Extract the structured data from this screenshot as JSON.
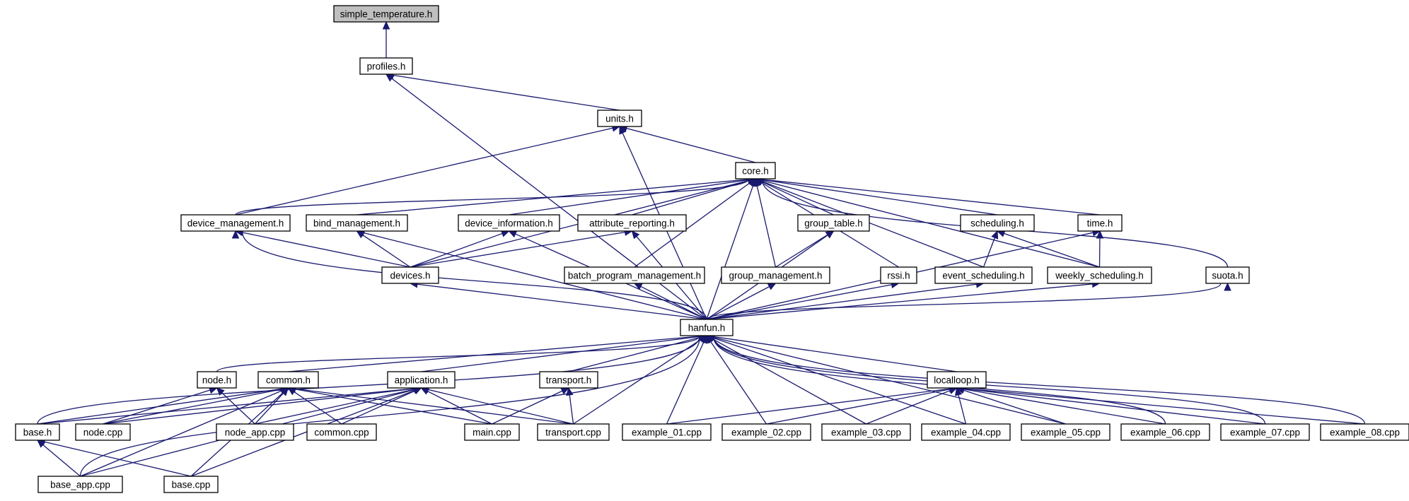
{
  "graph": {
    "nodes": [
      {
        "id": "simple_temperature",
        "label": "simple_temperature.h",
        "root": true
      },
      {
        "id": "profiles",
        "label": "profiles.h"
      },
      {
        "id": "units",
        "label": "units.h"
      },
      {
        "id": "core",
        "label": "core.h"
      },
      {
        "id": "device_management",
        "label": "device_management.h"
      },
      {
        "id": "bind_management",
        "label": "bind_management.h"
      },
      {
        "id": "device_information",
        "label": "device_information.h"
      },
      {
        "id": "attribute_reporting",
        "label": "attribute_reporting.h"
      },
      {
        "id": "group_table",
        "label": "group_table.h"
      },
      {
        "id": "scheduling",
        "label": "scheduling.h"
      },
      {
        "id": "time",
        "label": "time.h"
      },
      {
        "id": "devices",
        "label": "devices.h"
      },
      {
        "id": "batch_program_management",
        "label": "batch_program_management.h"
      },
      {
        "id": "group_management",
        "label": "group_management.h"
      },
      {
        "id": "rssi",
        "label": "rssi.h"
      },
      {
        "id": "event_scheduling",
        "label": "event_scheduling.h"
      },
      {
        "id": "weekly_scheduling",
        "label": "weekly_scheduling.h"
      },
      {
        "id": "suota",
        "label": "suota.h"
      },
      {
        "id": "hanfun",
        "label": "hanfun.h"
      },
      {
        "id": "node",
        "label": "node.h"
      },
      {
        "id": "common",
        "label": "common.h"
      },
      {
        "id": "application",
        "label": "application.h"
      },
      {
        "id": "transport",
        "label": "transport.h"
      },
      {
        "id": "localloop",
        "label": "localloop.h"
      },
      {
        "id": "base",
        "label": "base.h"
      },
      {
        "id": "node_cpp",
        "label": "node.cpp"
      },
      {
        "id": "node_app_cpp",
        "label": "node_app.cpp"
      },
      {
        "id": "common_cpp",
        "label": "common.cpp"
      },
      {
        "id": "main_cpp",
        "label": "main.cpp"
      },
      {
        "id": "transport_cpp",
        "label": "transport.cpp"
      },
      {
        "id": "example_01",
        "label": "example_01.cpp"
      },
      {
        "id": "example_02",
        "label": "example_02.cpp"
      },
      {
        "id": "example_03",
        "label": "example_03.cpp"
      },
      {
        "id": "example_04",
        "label": "example_04.cpp"
      },
      {
        "id": "example_05",
        "label": "example_05.cpp"
      },
      {
        "id": "example_06",
        "label": "example_06.cpp"
      },
      {
        "id": "example_07",
        "label": "example_07.cpp"
      },
      {
        "id": "example_08",
        "label": "example_08.cpp"
      },
      {
        "id": "base_app_cpp",
        "label": "base_app.cpp"
      },
      {
        "id": "base_cpp",
        "label": "base.cpp"
      }
    ],
    "edges": [
      [
        "profiles",
        "simple_temperature"
      ],
      [
        "units",
        "profiles"
      ],
      [
        "hanfun",
        "profiles"
      ],
      [
        "core",
        "units"
      ],
      [
        "device_management",
        "units"
      ],
      [
        "hanfun",
        "units"
      ],
      [
        "device_management",
        "core"
      ],
      [
        "bind_management",
        "core"
      ],
      [
        "device_information",
        "core"
      ],
      [
        "attribute_reporting",
        "core"
      ],
      [
        "group_table",
        "core"
      ],
      [
        "scheduling",
        "core"
      ],
      [
        "time",
        "core"
      ],
      [
        "devices",
        "core"
      ],
      [
        "batch_program_management",
        "core"
      ],
      [
        "group_management",
        "core"
      ],
      [
        "rssi",
        "core"
      ],
      [
        "event_scheduling",
        "core"
      ],
      [
        "weekly_scheduling",
        "core"
      ],
      [
        "suota",
        "core"
      ],
      [
        "hanfun",
        "core"
      ],
      [
        "devices",
        "device_management"
      ],
      [
        "hanfun",
        "device_management"
      ],
      [
        "devices",
        "bind_management"
      ],
      [
        "hanfun",
        "bind_management"
      ],
      [
        "devices",
        "device_information"
      ],
      [
        "hanfun",
        "device_information"
      ],
      [
        "devices",
        "attribute_reporting"
      ],
      [
        "hanfun",
        "attribute_reporting"
      ],
      [
        "group_management",
        "group_table"
      ],
      [
        "hanfun",
        "group_table"
      ],
      [
        "event_scheduling",
        "scheduling"
      ],
      [
        "weekly_scheduling",
        "scheduling"
      ],
      [
        "weekly_scheduling",
        "time"
      ],
      [
        "hanfun",
        "time"
      ],
      [
        "hanfun",
        "devices"
      ],
      [
        "hanfun",
        "batch_program_management"
      ],
      [
        "hanfun",
        "group_management"
      ],
      [
        "hanfun",
        "rssi"
      ],
      [
        "hanfun",
        "event_scheduling"
      ],
      [
        "hanfun",
        "weekly_scheduling"
      ],
      [
        "hanfun",
        "suota"
      ],
      [
        "node",
        "hanfun"
      ],
      [
        "common",
        "hanfun"
      ],
      [
        "application",
        "hanfun"
      ],
      [
        "transport",
        "hanfun"
      ],
      [
        "localloop",
        "hanfun"
      ],
      [
        "base",
        "hanfun"
      ],
      [
        "base_app_cpp",
        "hanfun"
      ],
      [
        "transport_cpp",
        "hanfun"
      ],
      [
        "example_01",
        "hanfun"
      ],
      [
        "example_02",
        "hanfun"
      ],
      [
        "example_03",
        "hanfun"
      ],
      [
        "example_04",
        "hanfun"
      ],
      [
        "example_05",
        "hanfun"
      ],
      [
        "example_06",
        "hanfun"
      ],
      [
        "example_07",
        "hanfun"
      ],
      [
        "example_08",
        "hanfun"
      ],
      [
        "node_cpp",
        "node"
      ],
      [
        "node_app_cpp",
        "node"
      ],
      [
        "base",
        "common"
      ],
      [
        "node_cpp",
        "common"
      ],
      [
        "node_app_cpp",
        "common"
      ],
      [
        "common_cpp",
        "common"
      ],
      [
        "main_cpp",
        "common"
      ],
      [
        "transport_cpp",
        "common"
      ],
      [
        "base_app_cpp",
        "common"
      ],
      [
        "base_cpp",
        "common"
      ],
      [
        "base",
        "application"
      ],
      [
        "node_cpp",
        "application"
      ],
      [
        "node_app_cpp",
        "application"
      ],
      [
        "common_cpp",
        "application"
      ],
      [
        "main_cpp",
        "application"
      ],
      [
        "transport_cpp",
        "application"
      ],
      [
        "base_app_cpp",
        "application"
      ],
      [
        "base_cpp",
        "application"
      ],
      [
        "main_cpp",
        "transport"
      ],
      [
        "transport_cpp",
        "transport"
      ],
      [
        "example_01",
        "localloop"
      ],
      [
        "example_02",
        "localloop"
      ],
      [
        "example_03",
        "localloop"
      ],
      [
        "example_04",
        "localloop"
      ],
      [
        "example_05",
        "localloop"
      ],
      [
        "example_06",
        "localloop"
      ],
      [
        "example_07",
        "localloop"
      ],
      [
        "example_08",
        "localloop"
      ],
      [
        "base_app_cpp",
        "base"
      ],
      [
        "base_cpp",
        "base"
      ]
    ]
  },
  "colors": {
    "edge": "#191970",
    "node_border": "#000000",
    "node_fill": "#ffffff",
    "root_fill": "#bfbfbf"
  }
}
